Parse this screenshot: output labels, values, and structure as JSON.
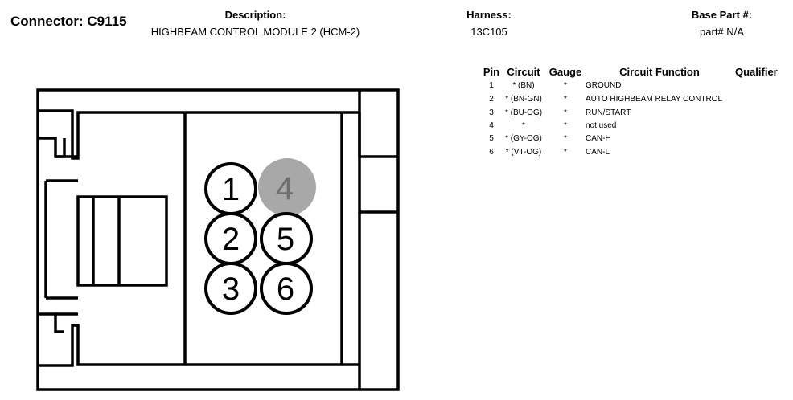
{
  "connector": {
    "label": "Connector:",
    "id": "C9115"
  },
  "description": {
    "label": "Description:",
    "value": "HIGHBEAM CONTROL MODULE 2 (HCM-2)"
  },
  "harness": {
    "label": "Harness:",
    "value": "13C105"
  },
  "base_part": {
    "label": "Base Part #:",
    "value": "part# N/A"
  },
  "table": {
    "headers": {
      "pin": "Pin",
      "circuit": "Circuit",
      "gauge": "Gauge",
      "function": "Circuit Function",
      "qualifier": "Qualifier"
    },
    "rows": [
      {
        "pin": "1",
        "circuit": "* (BN)",
        "gauge": "*",
        "function": "GROUND"
      },
      {
        "pin": "2",
        "circuit": "* (BN-GN)",
        "gauge": "*",
        "function": "AUTO HIGHBEAM RELAY CONTROL"
      },
      {
        "pin": "3",
        "circuit": "* (BU-OG)",
        "gauge": "*",
        "function": "RUN/START"
      },
      {
        "pin": "4",
        "circuit": "*",
        "gauge": "*",
        "function": "not used"
      },
      {
        "pin": "5",
        "circuit": "* (GY-OG)",
        "gauge": "*",
        "function": "CAN-H"
      },
      {
        "pin": "6",
        "circuit": "* (VT-OG)",
        "gauge": "*",
        "function": "CAN-L"
      }
    ]
  },
  "pins": [
    {
      "label": "1",
      "used": true
    },
    {
      "label": "2",
      "used": true
    },
    {
      "label": "3",
      "used": true
    },
    {
      "label": "4",
      "used": false
    },
    {
      "label": "5",
      "used": true
    },
    {
      "label": "6",
      "used": true
    }
  ],
  "colors": {
    "outline": "#000000",
    "unused_pin_fill": "#a8a8a8",
    "unused_pin_text": "#6e6e6e"
  }
}
